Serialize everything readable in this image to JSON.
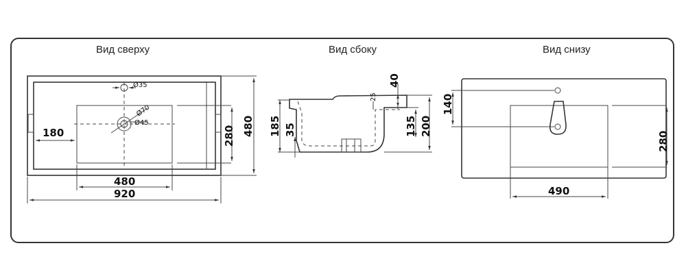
{
  "views": {
    "top": {
      "title": "Вид сверху",
      "dims": {
        "overall_width": "920",
        "bowl_width": "480",
        "left_offset": "180",
        "bowl_depth": "280",
        "overall_depth": "480",
        "tap_hole": "Ø35",
        "drain_outer": "Ø70",
        "drain_inner": "Ø45"
      }
    },
    "side": {
      "title": "Вид сбоку",
      "dims": {
        "height": "185",
        "bottom_offset": "35",
        "rim": "25",
        "rim_top": "40",
        "inner_height": "135",
        "total_height": "200"
      }
    },
    "bottom": {
      "title": "Вид снизу",
      "dims": {
        "drain_offset": "140",
        "bowl_depth": "280",
        "bowl_width": "490"
      }
    }
  }
}
